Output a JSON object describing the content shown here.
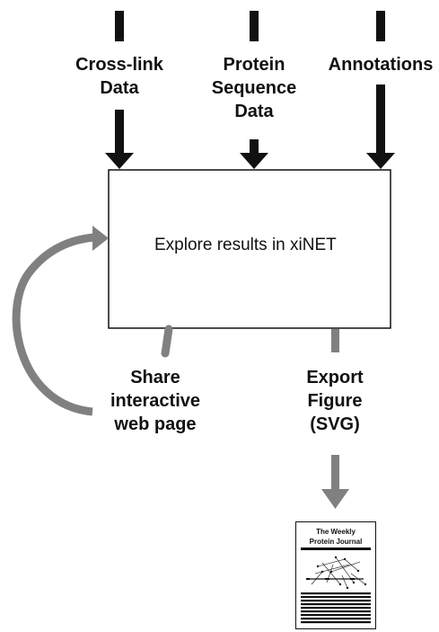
{
  "inputs": {
    "crosslink": [
      "Cross-link",
      "Data"
    ],
    "sequence": [
      "Protein",
      "Sequence",
      "Data"
    ],
    "annotations": [
      "Annotations"
    ]
  },
  "main_box_label": "Explore results in xiNET",
  "outputs": {
    "share": [
      "Share",
      "interactive",
      "web page"
    ],
    "export": [
      "Export",
      "Figure",
      "(SVG)"
    ]
  },
  "journal": {
    "title_lines": [
      "The Weekly",
      "Protein Journal"
    ]
  },
  "colors": {
    "black_arrow": "#111111",
    "gray_arrow": "#808080",
    "box_border": "#111111"
  }
}
